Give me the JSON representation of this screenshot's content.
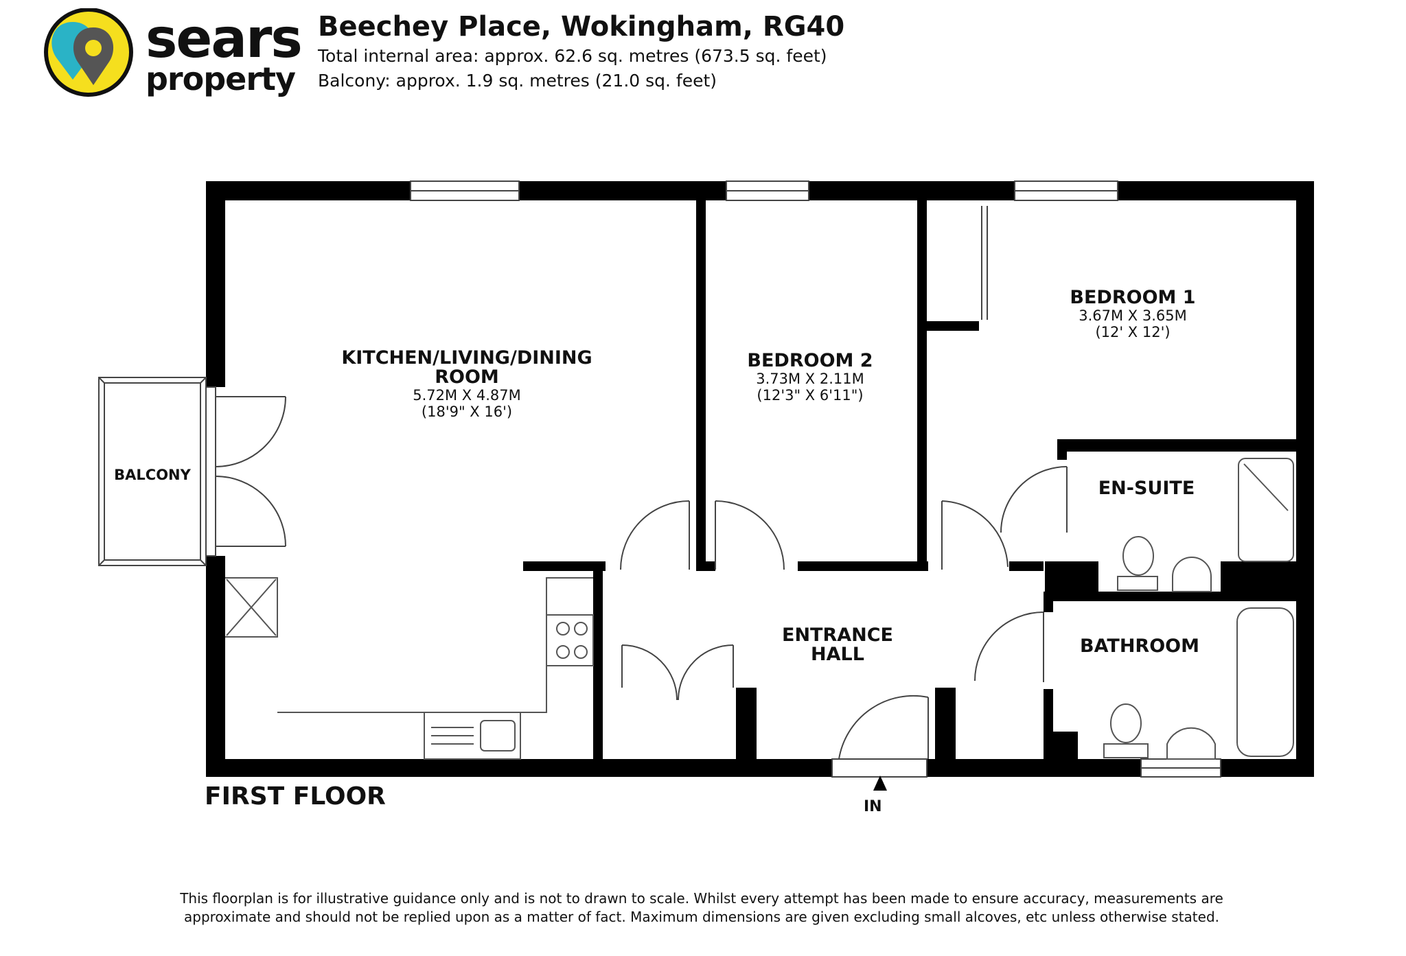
{
  "brand": {
    "name_line1": "sears",
    "name_line2": "property",
    "colors": {
      "yellow": "#F5DF1E",
      "teal": "#2AB3C6",
      "pin": "#555555",
      "text": "#111111"
    }
  },
  "header": {
    "address": "Beechey Place, Wokingham, RG40",
    "total_area": "Total internal area: approx. 62.6 sq. metres (673.5 sq. feet)",
    "balcony_area": "Balcony: approx. 1.9 sq. metres (21.0 sq. feet)"
  },
  "rooms": {
    "kitchen": {
      "name_line1": "KITCHEN/LIVING/DINING",
      "name_line2": "ROOM",
      "metric": "5.72M X 4.87M",
      "imperial": "(18'9\" X 16')"
    },
    "bedroom2": {
      "name": "BEDROOM 2",
      "metric": "3.73M X 2.11M",
      "imperial": "(12'3\" X 6'11\")"
    },
    "bedroom1": {
      "name": "BEDROOM 1",
      "metric": "3.67M X 3.65M",
      "imperial": "(12' X 12')"
    },
    "ensuite": {
      "name": "EN-SUITE"
    },
    "bathroom": {
      "name": "BATHROOM"
    },
    "entrance_hall": {
      "name_line1": "ENTRANCE",
      "name_line2": "HALL"
    },
    "balcony": {
      "name": "BALCONY"
    }
  },
  "floor_label": "FIRST FLOOR",
  "entrance_label": "IN",
  "disclaimer": {
    "line1": "This floorplan is for illustrative guidance only and is not to drawn to scale. Whilst every attempt has been made to ensure accuracy, measurements are",
    "line2": "approximate and should not be replied upon as a matter of fact. Maximum dimensions are given excluding small alcoves, etc unless otherwise stated."
  },
  "colors": {
    "wall": "#000000",
    "line": "#444444",
    "background": "#ffffff"
  }
}
